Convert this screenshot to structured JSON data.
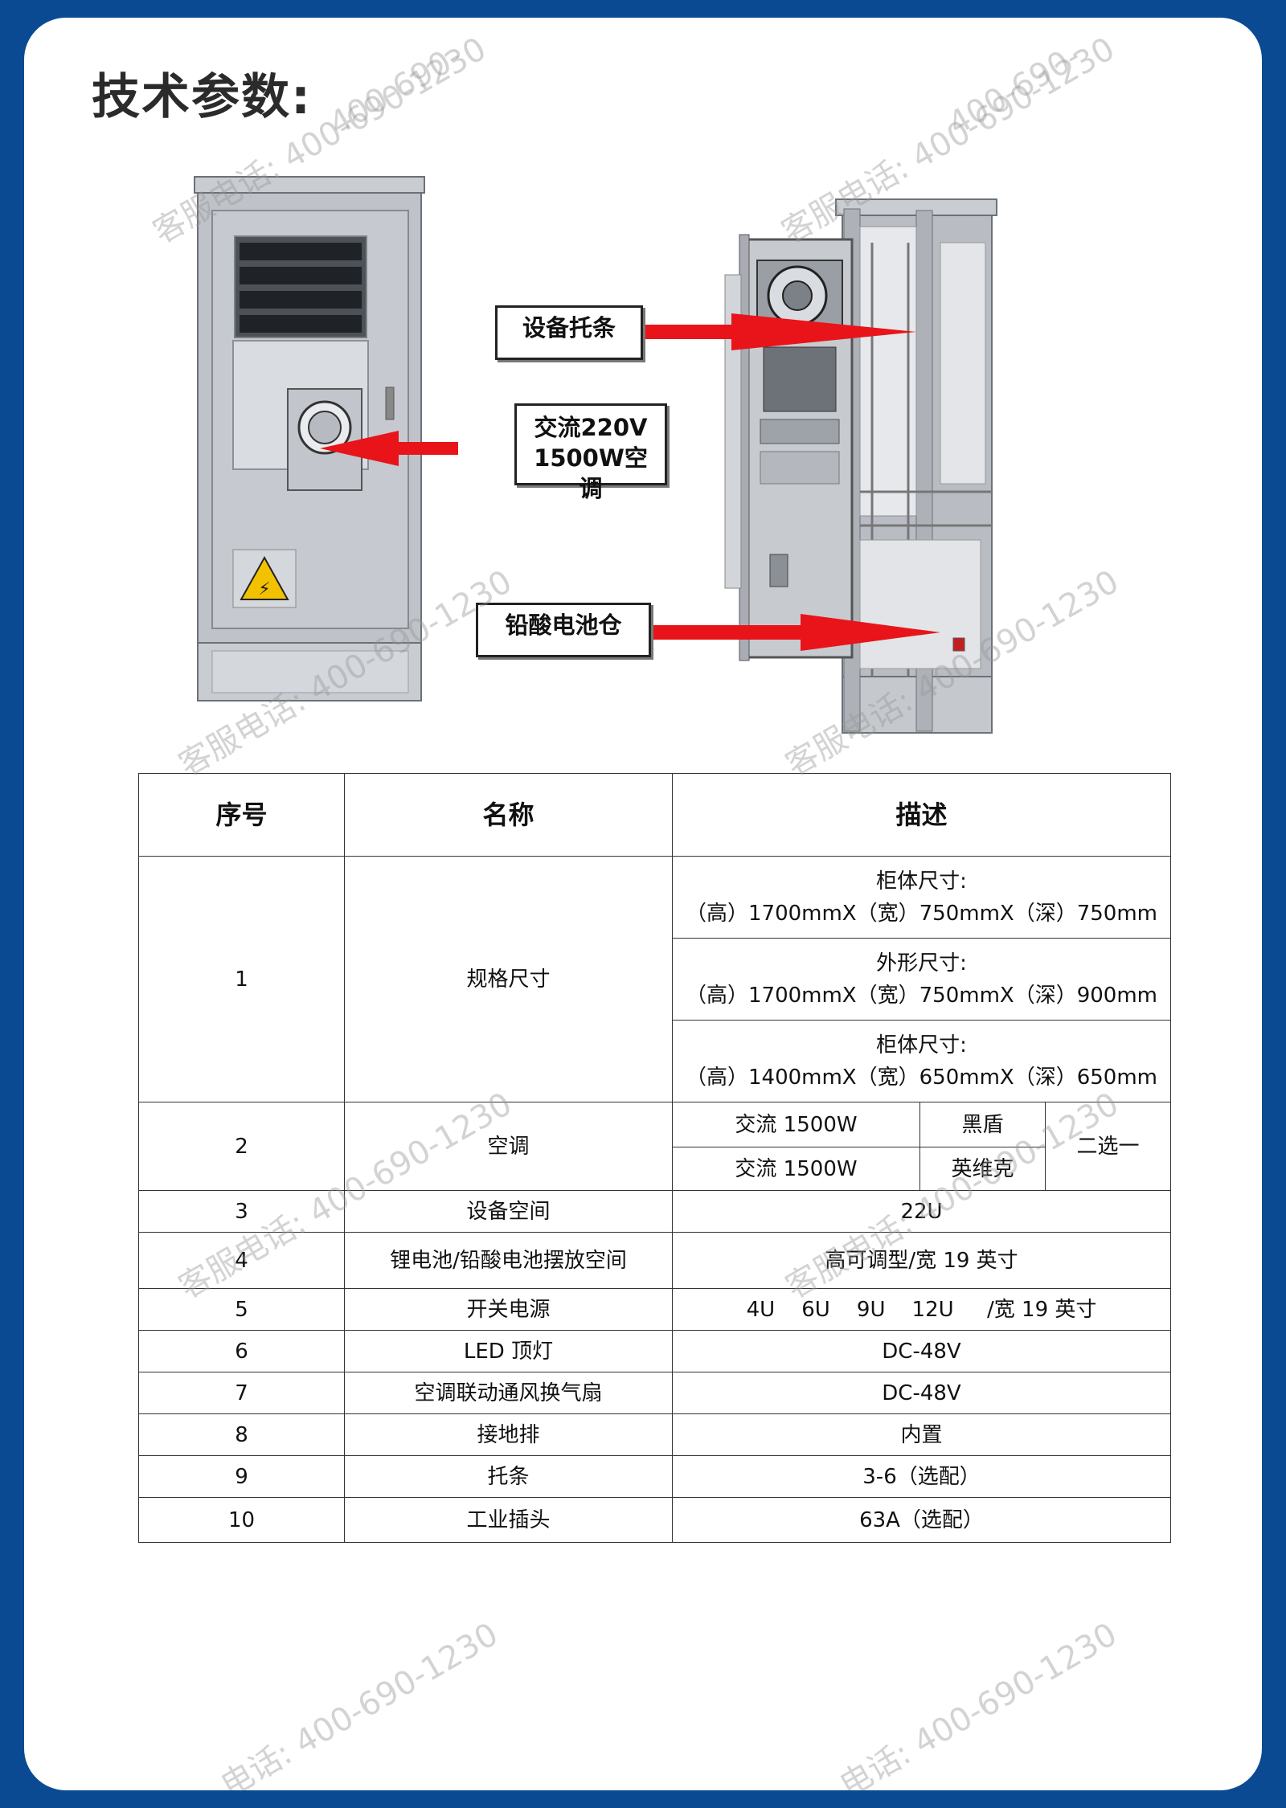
{
  "page": {
    "title": "技术参数:"
  },
  "figure": {
    "callouts": {
      "tray": "设备托条",
      "ac_line1": "交流220V",
      "ac_line2": "1500W空调",
      "battery": "铅酸电池仓"
    }
  },
  "table": {
    "headers": [
      "序号",
      "名称",
      "描述"
    ],
    "rows": {
      "r1": {
        "num": "1",
        "name": "规格尺寸",
        "d1a": "柜体尺寸:",
        "d1b": "（高）1700mmX（宽）750mmX（深）750mm",
        "d2a": "外形尺寸:",
        "d2b": "（高）1700mmX（宽）750mmX（深）900mm",
        "d3a": "柜体尺寸:",
        "d3b": "（高）1400mmX（宽）650mmX（深）650mm"
      },
      "r2": {
        "num": "2",
        "name": "空调",
        "opt1": "交流 1500W",
        "brand1": "黑盾",
        "opt2": "交流 1500W",
        "brand2": "英维克",
        "choice": "二选一"
      },
      "r3": {
        "num": "3",
        "name": "设备空间",
        "desc": "22U"
      },
      "r4": {
        "num": "4",
        "name": "锂电池/铅酸电池摆放空间",
        "desc": "高可调型/宽 19 英寸"
      },
      "r5": {
        "num": "5",
        "name": "开关电源",
        "u1": "4U",
        "u2": "6U",
        "u3": "9U",
        "u4": "12U",
        "tail": "/宽 19 英寸"
      },
      "r6": {
        "num": "6",
        "name": "LED 顶灯",
        "desc": "DC-48V"
      },
      "r7": {
        "num": "7",
        "name": "空调联动通风换气扇",
        "desc": "DC-48V"
      },
      "r8": {
        "num": "8",
        "name": "接地排",
        "desc": "内置"
      },
      "r9": {
        "num": "9",
        "name": "托条",
        "desc": "3-6（选配）"
      },
      "r10": {
        "num": "10",
        "name": "工业插头",
        "desc": "63A（选配）"
      }
    }
  },
  "watermark": {
    "full": "客服电话: 400-690-1230",
    "number": "400-690-1230",
    "partial_top": "400-690-",
    "partial_bottom": "电话: 400-690-1230"
  },
  "colors": {
    "border": "#0a4a93",
    "arrow": "#e8141a"
  }
}
